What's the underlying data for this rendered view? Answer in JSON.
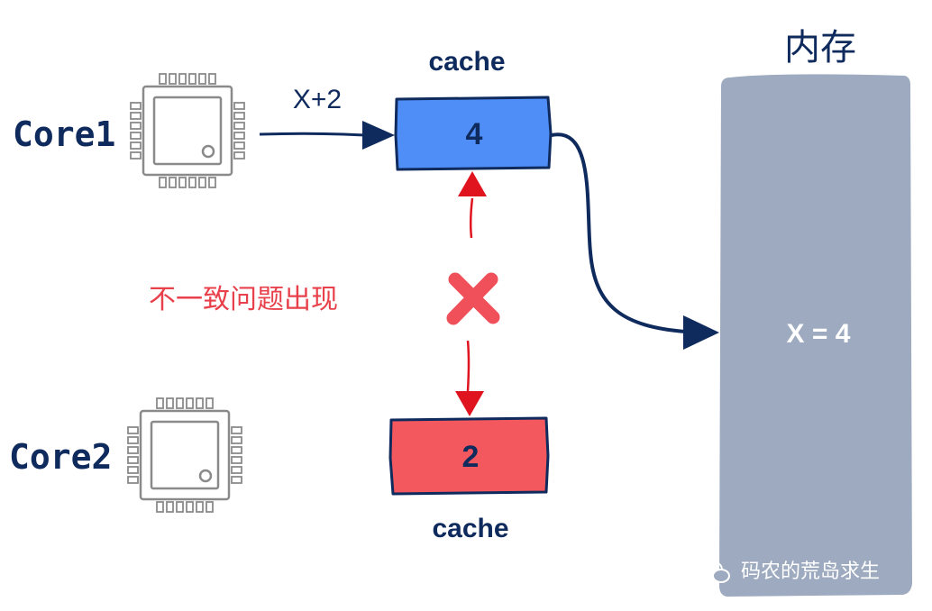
{
  "cores": [
    {
      "label": "Core1"
    },
    {
      "label": "Core2"
    }
  ],
  "caches": [
    {
      "title": "cache",
      "value": "4",
      "fill": "#4f8ef7"
    },
    {
      "title": "cache",
      "value": "2",
      "fill": "#f2585e"
    }
  ],
  "write_op": {
    "label": "X+2"
  },
  "memory": {
    "title": "内存",
    "value": "X = 4",
    "fill": "#9daabf"
  },
  "problem": {
    "label": "不一致问题出现",
    "color": "#e8414b"
  },
  "watermark": {
    "text": "码农的荒岛求生",
    "icon": "wechat-icon"
  },
  "colors": {
    "navy": "#0f2a5c",
    "chip": "#8a8a8a",
    "red_arrow": "#e0141e"
  }
}
